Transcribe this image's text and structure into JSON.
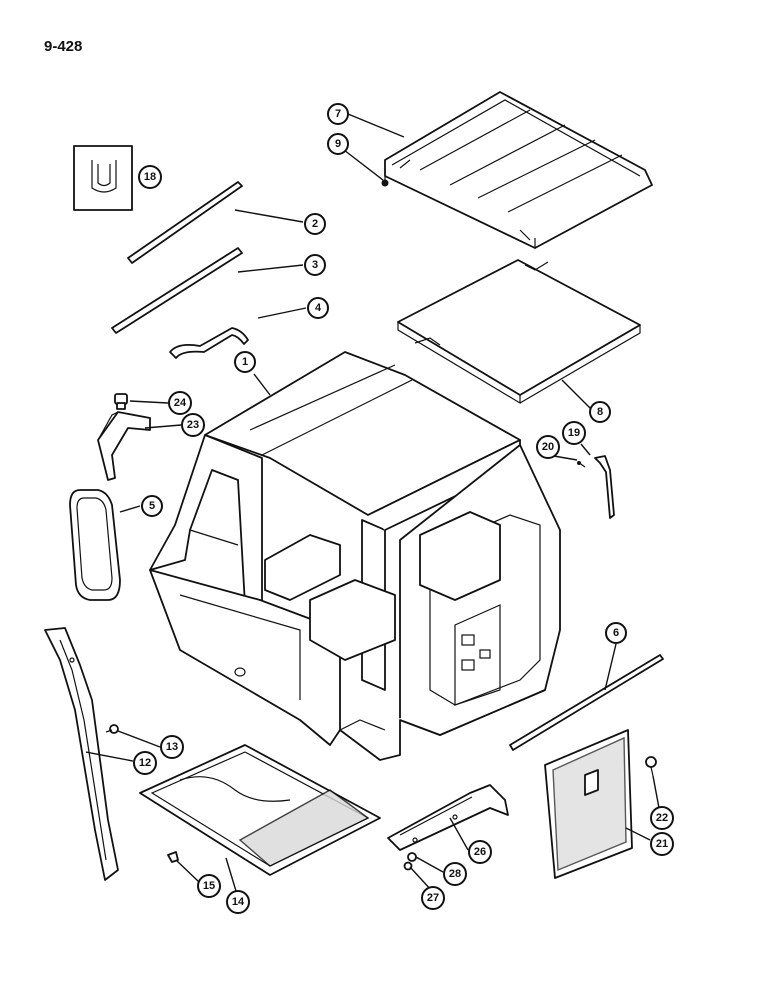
{
  "page": {
    "label": "9-428"
  },
  "callouts": [
    {
      "id": "c1",
      "label": "1"
    },
    {
      "id": "c2",
      "label": "2"
    },
    {
      "id": "c3",
      "label": "3"
    },
    {
      "id": "c4",
      "label": "4"
    },
    {
      "id": "c5",
      "label": "5"
    },
    {
      "id": "c6",
      "label": "6"
    },
    {
      "id": "c7",
      "label": "7"
    },
    {
      "id": "c8",
      "label": "8"
    },
    {
      "id": "c9",
      "label": "9"
    },
    {
      "id": "c12",
      "label": "12"
    },
    {
      "id": "c13",
      "label": "13"
    },
    {
      "id": "c14",
      "label": "14"
    },
    {
      "id": "c15",
      "label": "15"
    },
    {
      "id": "c18",
      "label": "18"
    },
    {
      "id": "c19",
      "label": "19"
    },
    {
      "id": "c20",
      "label": "20"
    },
    {
      "id": "c21",
      "label": "21"
    },
    {
      "id": "c22",
      "label": "22"
    },
    {
      "id": "c23",
      "label": "23"
    },
    {
      "id": "c24",
      "label": "24"
    },
    {
      "id": "c26",
      "label": "26"
    },
    {
      "id": "c27",
      "label": "27"
    },
    {
      "id": "c28",
      "label": "28"
    }
  ]
}
